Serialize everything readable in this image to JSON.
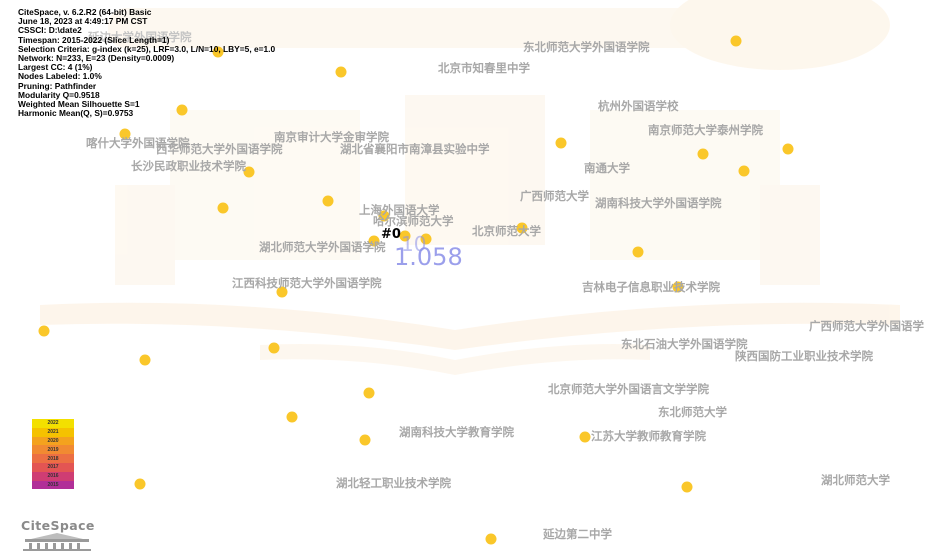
{
  "info_lines": [
    "CiteSpace, v. 6.2.R2 (64-bit) Basic",
    "June 18, 2023 at 4:49:17 PM CST",
    "CSSCI: D:\\date2",
    "Timespan: 2015-2022 (Slice Length=1)",
    "Selection Criteria: g-index (k=25), LRF=3.0, L/N=10, LBY=5, e=1.0",
    "Network: N=233, E=23 (Density=0.0009)",
    "Largest CC: 4 (1%)",
    "Nodes Labeled: 1.0%",
    "Pruning: Pathfinder",
    "Modularity Q=0.9518",
    "Weighted Mean Silhouette S=1",
    "Harmonic Mean(Q, S)=0.9753"
  ],
  "node_labels": [
    "延边大学外国语学院",
    "东北师范大学外国语学院",
    "北京市知春里中学",
    "杭州外国语学校",
    "南京师范大学泰州学院",
    "南京审计大学金审学院",
    "喀什大学外国语学院",
    "西华师范大学外国语学院",
    "湖北省襄阳市南漳县实验中学",
    "南通大学",
    "长沙民政职业技术学院",
    "广西师范大学",
    "湖南科技大学外国语学院",
    "上海外国语大学",
    "哈尔滨师范大学",
    "北京师范大学",
    "湖北师范大学外国语学院",
    "江西科技师范大学外国语学院",
    "吉林电子信息职业技术学院",
    "广西师范大学外国语学",
    "东北石油大学外国语学院",
    "陕西国防工业职业技术学院",
    "北京师范大学外国语言文学学院",
    "东北师范大学",
    "湖南科技大学教育学院",
    "江苏大学教师教育学院",
    "湖北师范大学",
    "湖北轻工职业技术学院",
    "延边第二中学"
  ],
  "cluster": {
    "label": "#0",
    "number": "1.058",
    "overlap_text": "10"
  },
  "legend_years": [
    "2022",
    "2021",
    "2020",
    "2019",
    "2018",
    "2017",
    "2016",
    "2015"
  ],
  "legend_colors": [
    "#f3e000",
    "#f5c200",
    "#f4a21e",
    "#f18a32",
    "#ec6f43",
    "#e35553",
    "#cf3d73",
    "#b12f98"
  ],
  "node_color": "#fac72a",
  "logo_text": "CiteSpace"
}
